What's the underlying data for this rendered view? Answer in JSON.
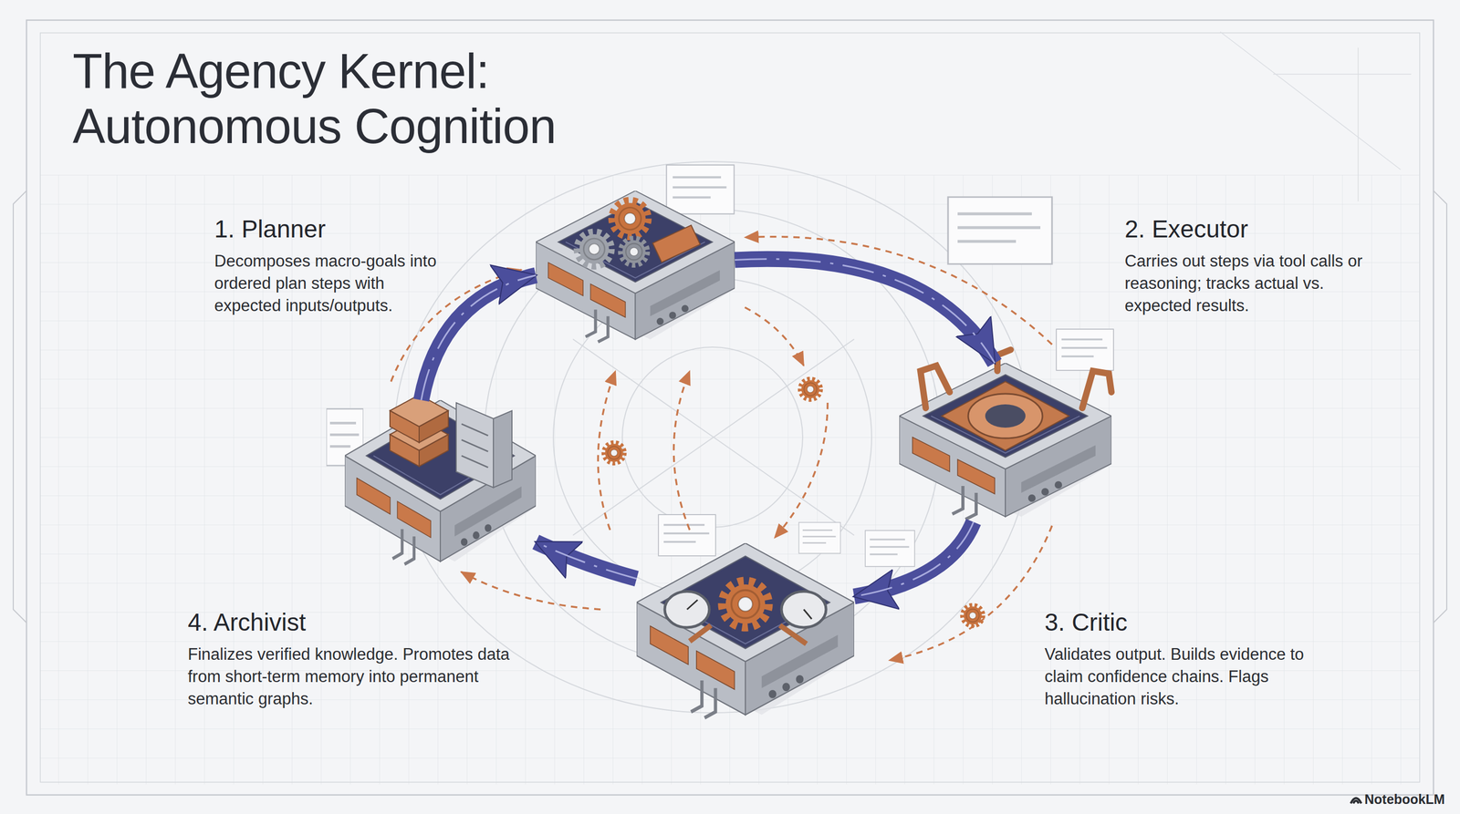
{
  "diagram": {
    "title": "The Agency Kernel: Autonomous Cognition",
    "nodes": [
      {
        "text": [
          "1. Planner",
          "Decomposes macro-goals into ordered plan steps with expected inputs/outputs."
        ]
      },
      {
        "text": [
          "2. Executor",
          "Carries out steps via tool calls or reasoning; tracks actual vs. expected results."
        ]
      },
      {
        "text": [
          "3. Critic",
          "Validates output. Builds evidence to claim confidence chains. Flags hallucination risks."
        ]
      },
      {
        "text": [
          "4. Archivist",
          "Finalizes verified knowledge. Promotes data from short-term memory into permanent semantic graphs."
        ]
      }
    ],
    "edges": [
      {
        "from": 0,
        "to": 1,
        "arrow": "to"
      },
      {
        "from": 1,
        "to": 2,
        "arrow": "to"
      },
      {
        "from": 2,
        "to": 3,
        "arrow": "to"
      },
      {
        "from": 3,
        "to": 0,
        "arrow": "to"
      }
    ],
    "labels": [
      "NotebookLM"
    ]
  }
}
